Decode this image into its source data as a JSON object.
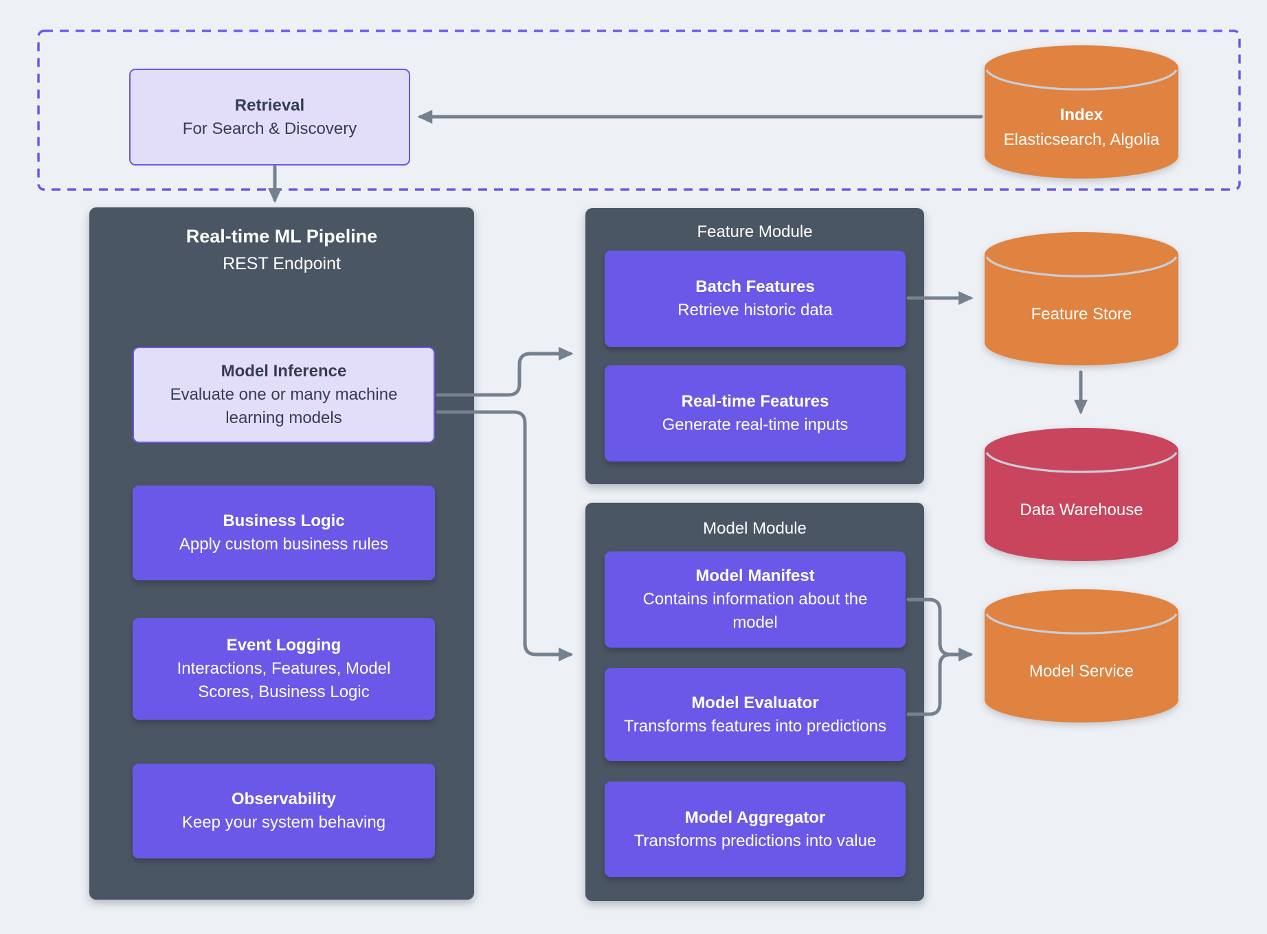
{
  "retrieval": {
    "title": "Retrieval",
    "subtitle": "For Search & Discovery"
  },
  "index_store": {
    "title": "Index",
    "subtitle": "Elasticsearch, Algolia"
  },
  "pipeline": {
    "title": "Real-time ML Pipeline",
    "subtitle": "REST Endpoint",
    "steps": [
      {
        "title": "Model Inference",
        "desc": "Evaluate one or many machine learning models"
      },
      {
        "title": "Business Logic",
        "desc": "Apply custom business rules"
      },
      {
        "title": "Event Logging",
        "desc": "Interactions, Features, Model Scores, Business Logic"
      },
      {
        "title": "Observability",
        "desc": "Keep your system behaving"
      }
    ]
  },
  "feature_module": {
    "title": "Feature Module",
    "items": [
      {
        "title": "Batch Features",
        "desc": "Retrieve historic data"
      },
      {
        "title": "Real-time Features",
        "desc": "Generate real-time inputs"
      }
    ]
  },
  "model_module": {
    "title": "Model Module",
    "items": [
      {
        "title": "Model Manifest",
        "desc": "Contains information about the model"
      },
      {
        "title": "Model Evaluator",
        "desc": "Transforms features into predictions"
      },
      {
        "title": "Model Aggregator",
        "desc": "Transforms predictions into value"
      }
    ]
  },
  "datastores": {
    "feature_store": {
      "label": "Feature Store"
    },
    "data_warehouse": {
      "label": "Data Warehouse"
    },
    "model_service": {
      "label": "Model Service"
    }
  },
  "colors": {
    "bg": "#EDF0F5",
    "slate": "#4B5664",
    "purple": "#6A59E8",
    "lavender": "#E2DDF8",
    "purple_border": "#6A58E6",
    "orange": "#E08340",
    "crimson": "#C8455D",
    "arrow": "#75818F",
    "dashed_border": "#6A5AE8",
    "dark_text": "#343E50"
  }
}
